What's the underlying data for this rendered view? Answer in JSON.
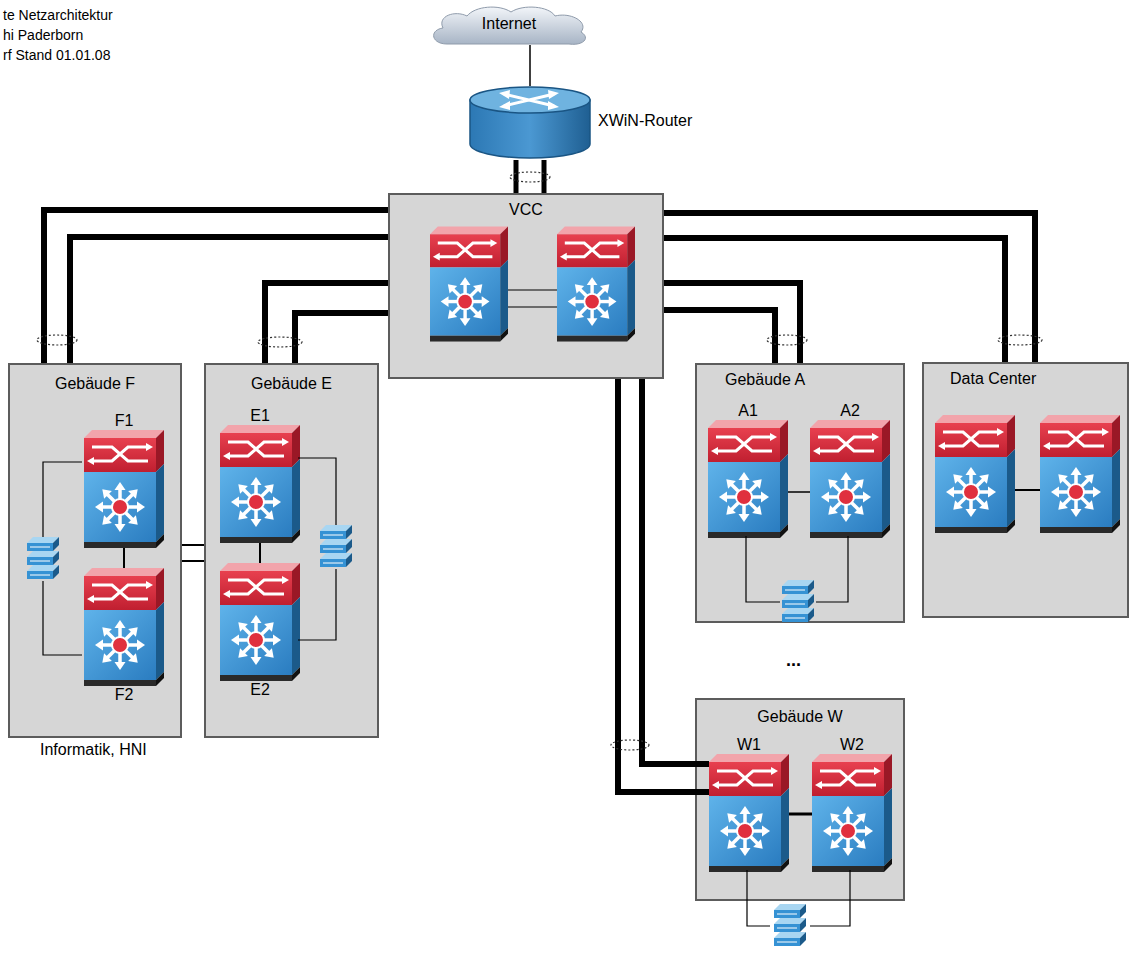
{
  "diagram": {
    "nodes": [
      {
        "text": [
          "Internet"
        ]
      },
      {
        "text": [
          "XWiN-Router"
        ]
      },
      {
        "text": [
          "VCC"
        ]
      },
      {
        "text": [
          "Gebäude F"
        ]
      },
      {
        "text": [
          "F1"
        ],
        "in": 3
      },
      {
        "text": [
          "F2"
        ],
        "in": 3
      },
      {
        "text": [
          "Gebäude E"
        ]
      },
      {
        "text": [
          "E1"
        ],
        "in": 6
      },
      {
        "text": [
          "E2"
        ],
        "in": 6
      },
      {
        "text": [
          "Gebäude A"
        ]
      },
      {
        "text": [
          "A1"
        ],
        "in": 9
      },
      {
        "text": [
          "A2"
        ],
        "in": 9
      },
      {
        "text": [
          "Data Center"
        ]
      },
      {
        "text": [
          "Gebäude W"
        ]
      },
      {
        "text": [
          "W1"
        ],
        "in": 13
      },
      {
        "text": [
          "W2"
        ],
        "in": 13
      }
    ],
    "edges": [
      {
        "from": 0,
        "to": 1,
        "arrow": "none"
      },
      {
        "from": 1,
        "to": 2,
        "arrow": "none"
      },
      {
        "from": 2,
        "to": 3,
        "arrow": "none"
      },
      {
        "from": 2,
        "to": 6,
        "arrow": "none"
      },
      {
        "from": 2,
        "to": 9,
        "arrow": "none"
      },
      {
        "from": 2,
        "to": 12,
        "arrow": "none"
      },
      {
        "from": 2,
        "to": 14,
        "arrow": "none"
      },
      {
        "from": 3,
        "to": 6,
        "arrow": "none"
      },
      {
        "from": 4,
        "to": 5,
        "arrow": "none"
      },
      {
        "from": 7,
        "to": 8,
        "arrow": "none"
      },
      {
        "from": 10,
        "to": 11,
        "arrow": "none"
      },
      {
        "from": 14,
        "to": 15,
        "arrow": "none"
      }
    ],
    "labels": [
      "te Netzarchitektur",
      "hi Paderborn",
      "rf Stand 01.01.08",
      "Informatik, HNI",
      "..."
    ]
  }
}
